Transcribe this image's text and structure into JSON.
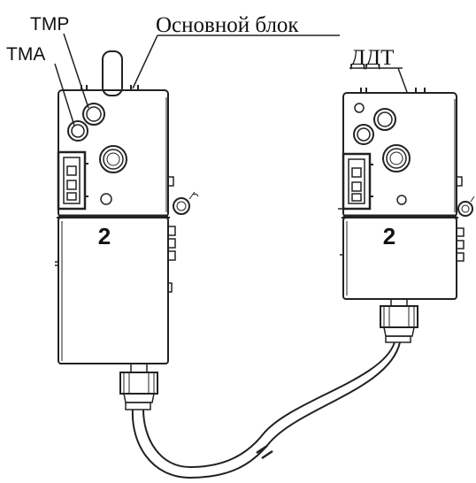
{
  "labels": {
    "tmr": "ТМР",
    "tma": "ТМА",
    "main_block": "Основной блок",
    "ddt": "ДДТ"
  },
  "units": {
    "left_number": "2",
    "right_number": "2"
  }
}
